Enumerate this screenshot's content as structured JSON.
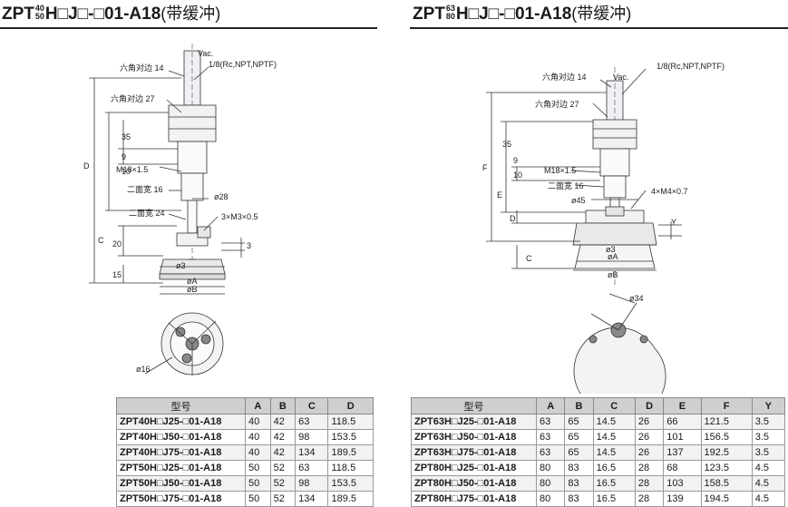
{
  "left": {
    "title": {
      "prefix": "ZPT",
      "sz_top": "40",
      "sz_bottom": "50",
      "rest": "H□J□-□01-A18",
      "cn": "(带缓冲)"
    },
    "labels": {
      "vac": "Vac.",
      "port": "1/8(Rc,NPT,NPTF)",
      "hex14": "六角对边 14",
      "hex27": "六角对边 27",
      "d35": "35",
      "d9": "9",
      "d10": "10",
      "dD": "D",
      "dC": "C",
      "d20": "20",
      "d15": "15",
      "thread": "M18×1.5",
      "flat16": "二面宽 16",
      "flat24": "二面宽 24",
      "phi28": "ø28",
      "m3": "3×M3×0.5",
      "d3": "3",
      "phi3": "ø3",
      "phiA": "øA",
      "phiB": "øB",
      "phi16": "ø16"
    },
    "table": {
      "headers": [
        "型号",
        "A",
        "B",
        "C",
        "D"
      ],
      "rows": [
        [
          "ZPT40H□J25-□01-A18",
          "40",
          "42",
          "63",
          "118.5"
        ],
        [
          "ZPT40H□J50-□01-A18",
          "40",
          "42",
          "98",
          "153.5"
        ],
        [
          "ZPT40H□J75-□01-A18",
          "40",
          "42",
          "134",
          "189.5"
        ],
        [
          "ZPT50H□J25-□01-A18",
          "50",
          "52",
          "63",
          "118.5"
        ],
        [
          "ZPT50H□J50-□01-A18",
          "50",
          "52",
          "98",
          "153.5"
        ],
        [
          "ZPT50H□J75-□01-A18",
          "50",
          "52",
          "134",
          "189.5"
        ]
      ]
    }
  },
  "right": {
    "title": {
      "prefix": "ZPT",
      "sz_top": "63",
      "sz_bottom": "80",
      "rest": "H□J□-□01-A18",
      "cn": "(带缓冲)"
    },
    "labels": {
      "vac": "Vac.",
      "port": "1/8(Rc,NPT,NPTF)",
      "hex14": "六角对边 14",
      "hex27": "六角对边 27",
      "d35": "35",
      "d9": "9",
      "d10": "10",
      "dF": "F",
      "dE": "E",
      "dD": "D",
      "dC": "C",
      "thread": "M18×1.5",
      "flat16": "二面宽 16",
      "phi45": "ø45",
      "m4": "4×M4×0.7",
      "dY": "Y",
      "phi3": "ø3",
      "phiA": "øA",
      "phiB": "øB",
      "phi34": "ø34"
    },
    "table": {
      "headers": [
        "型号",
        "A",
        "B",
        "C",
        "D",
        "E",
        "F",
        "Y"
      ],
      "rows": [
        [
          "ZPT63H□J25-□01-A18",
          "63",
          "65",
          "14.5",
          "26",
          "66",
          "121.5",
          "3.5"
        ],
        [
          "ZPT63H□J50-□01-A18",
          "63",
          "65",
          "14.5",
          "26",
          "101",
          "156.5",
          "3.5"
        ],
        [
          "ZPT63H□J75-□01-A18",
          "63",
          "65",
          "14.5",
          "26",
          "137",
          "192.5",
          "3.5"
        ],
        [
          "ZPT80H□J25-□01-A18",
          "80",
          "83",
          "16.5",
          "28",
          "68",
          "123.5",
          "4.5"
        ],
        [
          "ZPT80H□J50-□01-A18",
          "80",
          "83",
          "16.5",
          "28",
          "103",
          "158.5",
          "4.5"
        ],
        [
          "ZPT80H□J75-□01-A18",
          "80",
          "83",
          "16.5",
          "28",
          "139",
          "194.5",
          "4.5"
        ]
      ]
    }
  }
}
